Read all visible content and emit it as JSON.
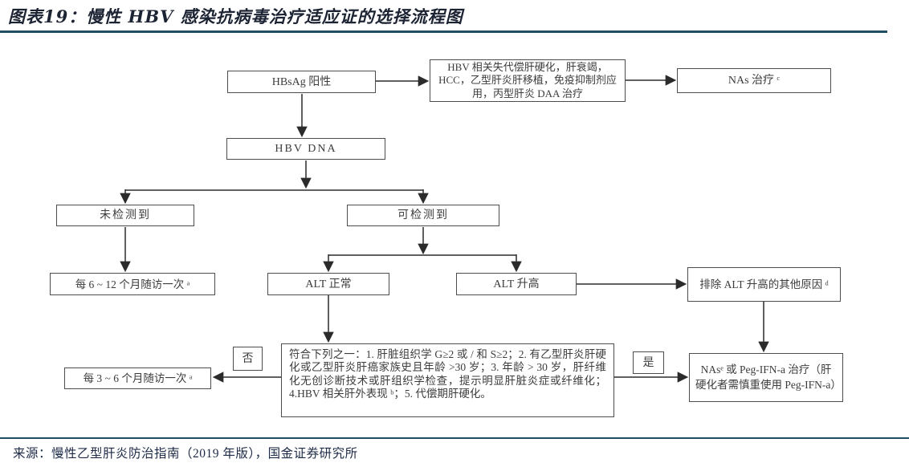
{
  "header": {
    "title": "图表19：慢性 HBV 感染抗病毒治疗适应证的选择流程图"
  },
  "flowchart": {
    "nodes": [
      {
        "id": "hbsag-positive",
        "text": "HBsAg 阳性"
      },
      {
        "id": "hbv-complications",
        "text": "HBV 相关失代偿肝硬化，肝衰竭，HCC，乙型肝炎肝移植，免疫抑制剂应用，丙型肝炎 DAA 治疗"
      },
      {
        "id": "nas-therapy",
        "text": "NAs 治疗 ᶜ"
      },
      {
        "id": "hbv-dna",
        "text": "HBV DNA"
      },
      {
        "id": "not-detected",
        "text": "未检测到"
      },
      {
        "id": "detected",
        "text": "可检测到"
      },
      {
        "id": "follow-up-6-12",
        "text": "每 6 ~ 12 个月随访一次 ᵃ"
      },
      {
        "id": "alt-normal",
        "text": "ALT 正常"
      },
      {
        "id": "alt-elevated",
        "text": "ALT 升高"
      },
      {
        "id": "exclude-other-causes",
        "text": "排除 ALT 升高的其他原因 ᵈ"
      },
      {
        "id": "criteria",
        "text": "符合下列之一：1. 肝脏组织学 G≥2 或 / 和 S≥2；2. 有乙型肝炎肝硬化或乙型肝炎肝癌家族史且年龄 >30 岁；3. 年龄 > 30 岁，肝纤维化无创诊断技术或肝组织学检查，提示明显肝脏炎症或纤维化；4.HBV 相关肝外表现 ᵇ；5. 代偿期肝硬化。"
      },
      {
        "id": "label-no",
        "text": "否"
      },
      {
        "id": "follow-up-3-6",
        "text": "每 3 ~ 6 个月随访一次 ᵃ"
      },
      {
        "id": "label-yes",
        "text": "是"
      },
      {
        "id": "nas-or-peg-ifn",
        "text": "NAsᵉ 或 Peg-IFN-a 治疗（肝硬化者需慎重使用 Peg-IFN-a）"
      }
    ]
  },
  "footer": {
    "source": "来源：慢性乙型肝炎防治指南（2019 年版），国金证券研究所"
  },
  "colors": {
    "title_color": "#1c2333",
    "rule_color": "#1f4e63",
    "box_border": "#4d4d4d",
    "box_text": "#3c3c3c",
    "arrow_color": "#2b2b2b",
    "footer_color": "#1e2b47"
  }
}
